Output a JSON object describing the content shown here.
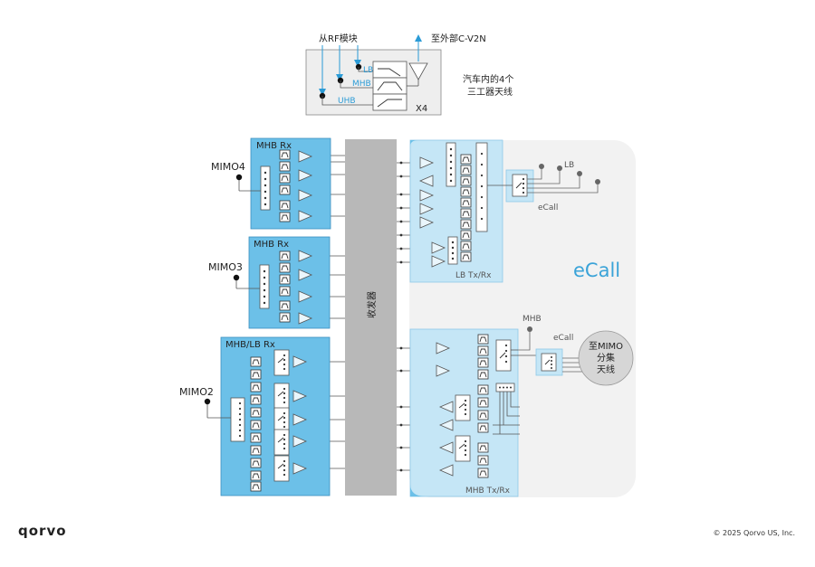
{
  "top": {
    "from_rf": "从RF模块",
    "to_ext": "至外部C-V2N",
    "lb": "LB",
    "mhb": "MHB",
    "uhb": "UHB",
    "x4": "X4",
    "antenna_note_1": "汽车内的4个",
    "antenna_note_2": "三工器天线"
  },
  "rx": {
    "mimo4": "MIMO4",
    "mimo3": "MIMO3",
    "mimo2": "MIMO2",
    "mhb_rx_1": "MHB Rx",
    "mhb_rx_2": "MHB Rx",
    "mhb_lb_rx": "MHB/LB Rx"
  },
  "transceiver": {
    "label": "收发器"
  },
  "tx": {
    "lb_txrx": "LB Tx/Rx",
    "mhb_txrx": "MHB Tx/Rx",
    "lb": "LB",
    "ecall_small_1": "eCall",
    "ecall_big": "eCall",
    "mhb": "MHB",
    "ecall_small_2": "eCall",
    "to_mimo_1": "至MIMO",
    "to_mimo_2": "分集",
    "to_mimo_3": "天线"
  },
  "footer": {
    "logo": "qorvo",
    "copyright": "© 2025 Qorvo US, Inc."
  },
  "colors": {
    "module_blue": "#6cc0e8",
    "module_light": "#c5e6f6",
    "transceiver_grey": "#b8b8b8",
    "ecall_panel": "#f2f2f2",
    "accent": "#2b9bd6"
  }
}
